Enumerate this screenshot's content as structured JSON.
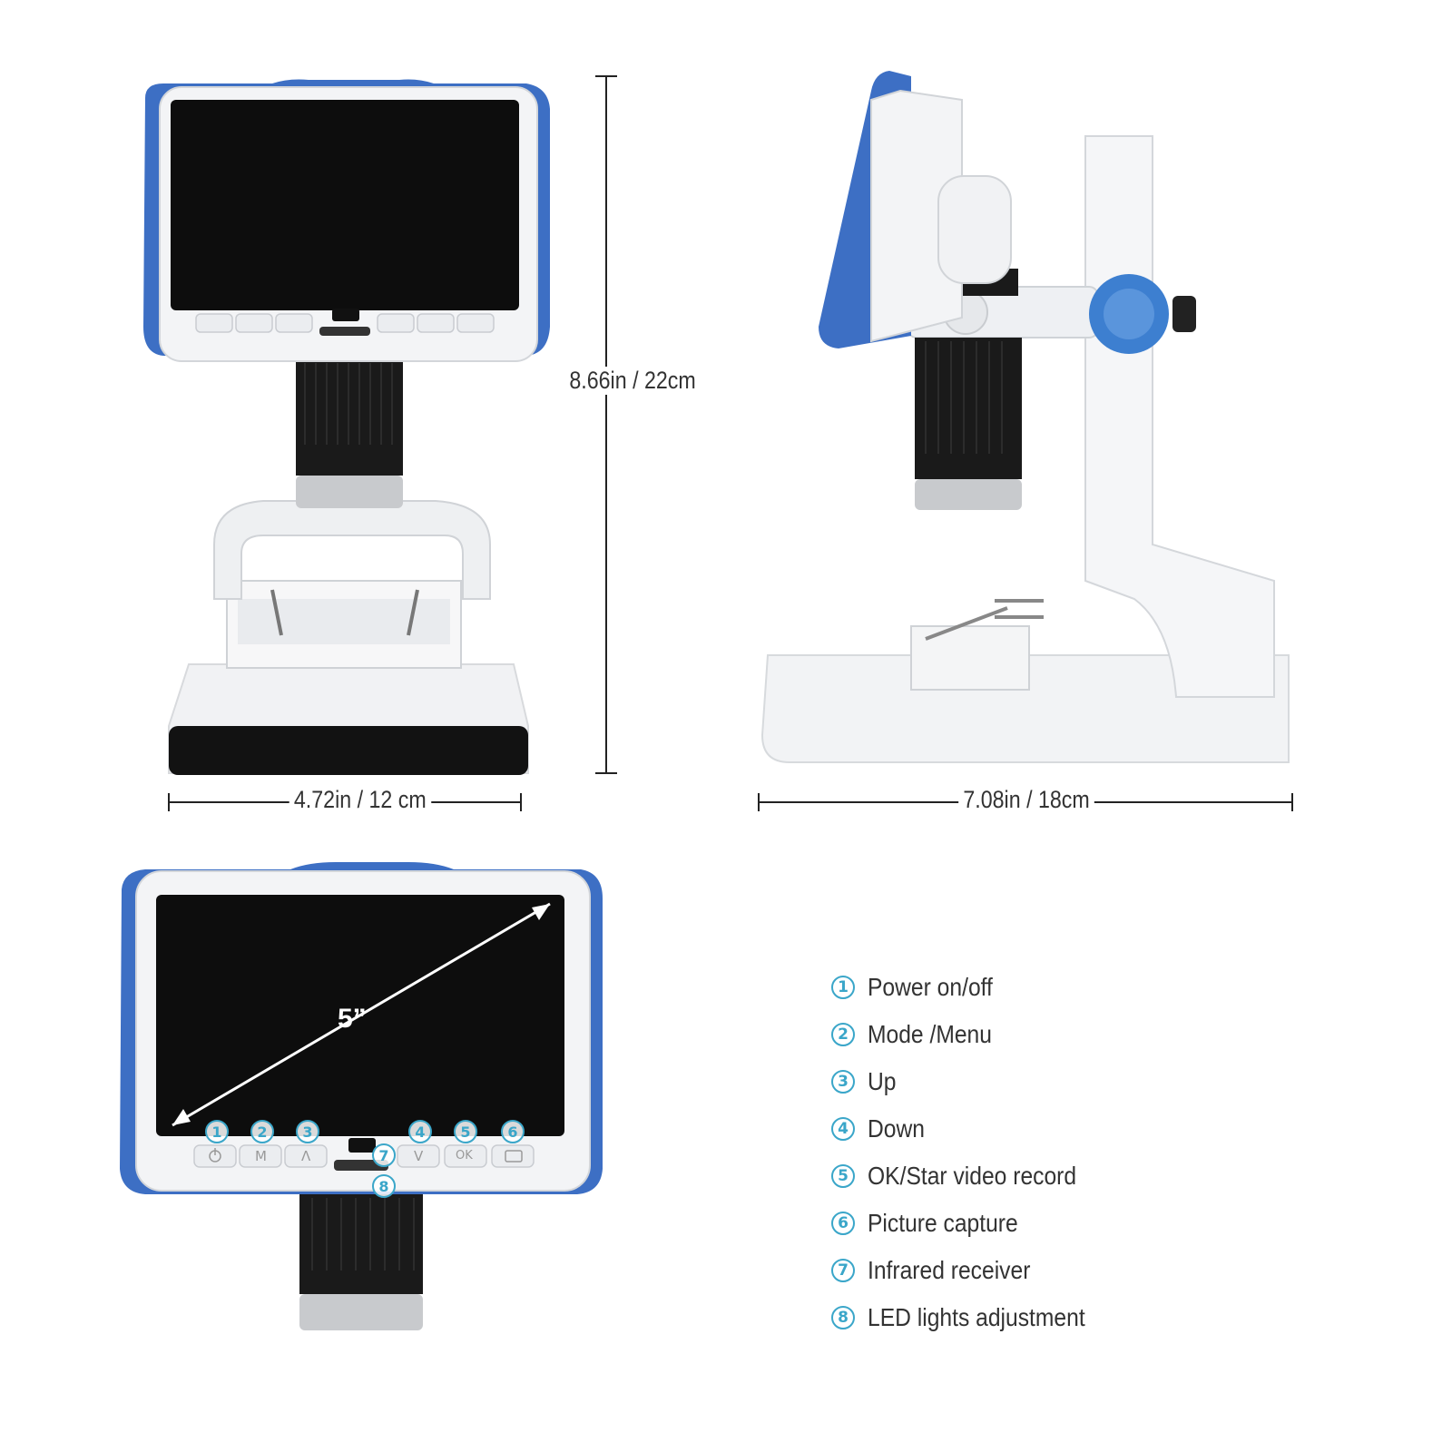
{
  "dimensions": {
    "height_label": "8.66in / 22cm",
    "front_width_label": "4.72in / 12 cm",
    "side_width_label": "7.08in / 18cm"
  },
  "screen": {
    "diagonal_label": "5”"
  },
  "buttons": {
    "menu_glyph": "M",
    "up_glyph": "Λ",
    "down_glyph": "V",
    "ok_glyph": "OK"
  },
  "callouts": [
    "1",
    "2",
    "3",
    "4",
    "5",
    "6",
    "7",
    "8"
  ],
  "legend": [
    {
      "num": "1",
      "label": "Power on/off"
    },
    {
      "num": "2",
      "label": "Mode /Menu"
    },
    {
      "num": "3",
      "label": "Up"
    },
    {
      "num": "4",
      "label": "Down"
    },
    {
      "num": "5",
      "label": "OK/Star video record"
    },
    {
      "num": "6",
      "label": "Picture capture"
    },
    {
      "num": "7",
      "label": "Infrared receiver"
    },
    {
      "num": "8",
      "label": "LED lights adjustment"
    }
  ],
  "colors": {
    "accent_blue": "#3d6fc4",
    "callout_teal": "#3aa6c9",
    "body_white": "#f4f5f7",
    "screen_black": "#0d0d0d"
  }
}
